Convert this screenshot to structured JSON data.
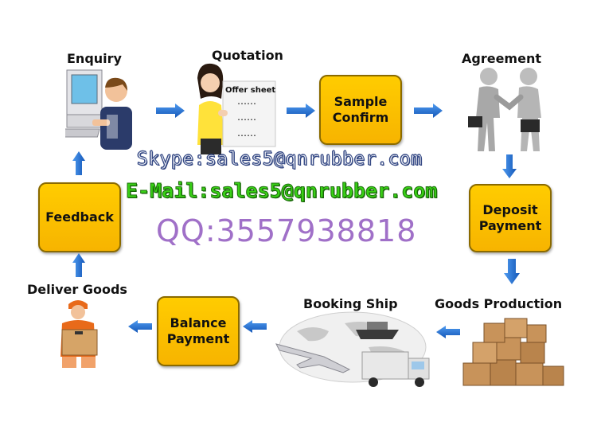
{
  "steps": {
    "enquiry": "Enquiry",
    "quotation": "Quotation",
    "sample_confirm": [
      "Sample",
      "Confirm"
    ],
    "agreement": "Agreement",
    "deposit_payment": [
      "Deposit",
      "Payment"
    ],
    "goods_production": "Goods Production",
    "booking_ship": "Booking Ship",
    "balance_payment": [
      "Balance",
      "Payment"
    ],
    "deliver_goods": "Deliver Goods",
    "feedback": "Feedback"
  },
  "offer_sheet": {
    "title": "Offer sheet",
    "dots": "……"
  },
  "contact": {
    "skype": "Skype:sales5@qnrubber.com",
    "email": "E-Mail:sales5@qnrubber.com",
    "qq": "QQ:3557938818"
  },
  "colors": {
    "box_fill": "#ffcc00",
    "arrow": "#1f6fd1",
    "skype": "#3b4f8a",
    "email": "#39d116",
    "qq": "#a070c8"
  }
}
